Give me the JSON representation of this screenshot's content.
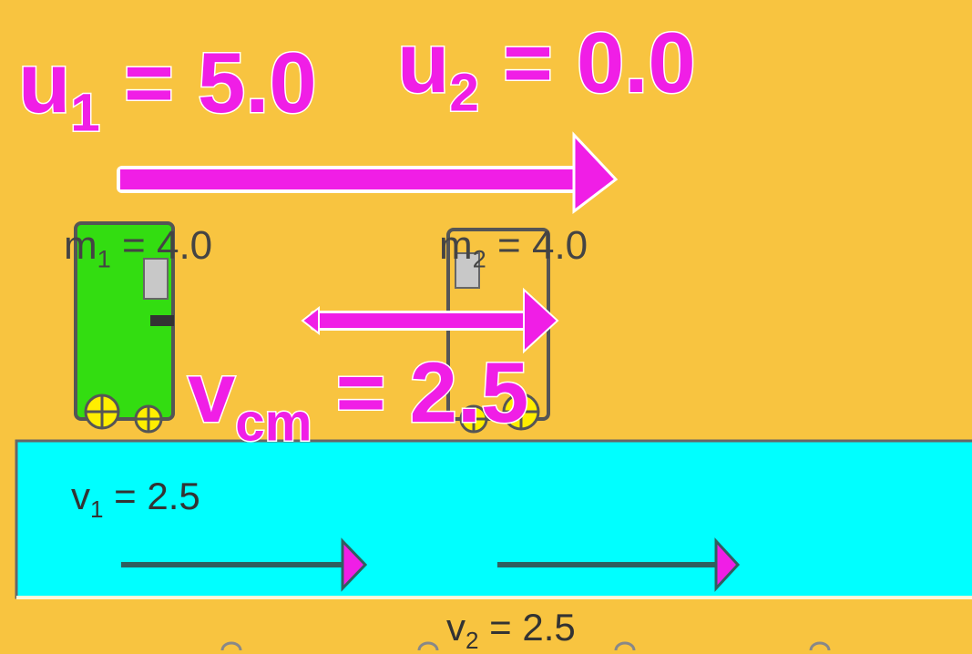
{
  "colors": {
    "background": "#F8C440",
    "track": "#00FFFF",
    "arrow_magenta": "#F01EE6",
    "arrow_dark": "#2F5F5F",
    "cart1": "#33DD11",
    "cart2": "#F8C440",
    "wheel": "#FFEE00"
  },
  "u1": {
    "symbol": "u",
    "sub": "1",
    "eq": " = ",
    "value": "5.0"
  },
  "u2": {
    "symbol": "u",
    "sub": "2",
    "eq": " = ",
    "value": "0.0"
  },
  "vcm": {
    "symbol": "v",
    "sub": "cm",
    "eq": " = ",
    "value": "2.5"
  },
  "m1": {
    "symbol": "m",
    "sub": "1",
    "eq": " = ",
    "value": "4.0"
  },
  "m2": {
    "symbol": "m",
    "sub": "2",
    "eq": " = ",
    "value": "4.0"
  },
  "v1": {
    "symbol": "v",
    "sub": "1",
    "eq": " = ",
    "value": "2.5"
  },
  "v2": {
    "symbol": "v",
    "sub": "2",
    "eq": " = ",
    "value": "2.5"
  }
}
